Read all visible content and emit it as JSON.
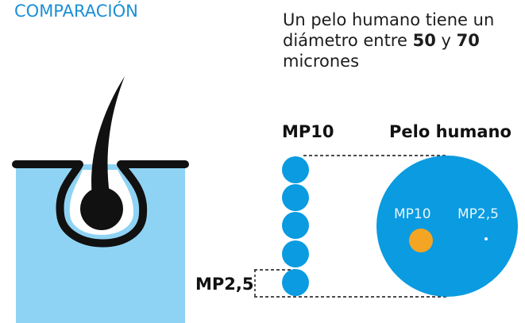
{
  "title": "COMPARACIÓN",
  "caption": {
    "line1": "Un pelo humano tiene un",
    "line2_pre": "diámetro entre ",
    "n1": "50",
    "mid": " y ",
    "n2": "70",
    "line3": "micrones"
  },
  "labels": {
    "mp10": "MP10",
    "hair": "Pelo humano",
    "mp25": "MP2,5",
    "inner_mp10": "MP10",
    "inner_mp25": "MP2,5"
  },
  "colors": {
    "skin": "#8fd3f4",
    "particle": "#0a9be1",
    "hair_circle": "#0a9be1",
    "mp10_dot": "#f5a524",
    "ink": "#111111"
  }
}
